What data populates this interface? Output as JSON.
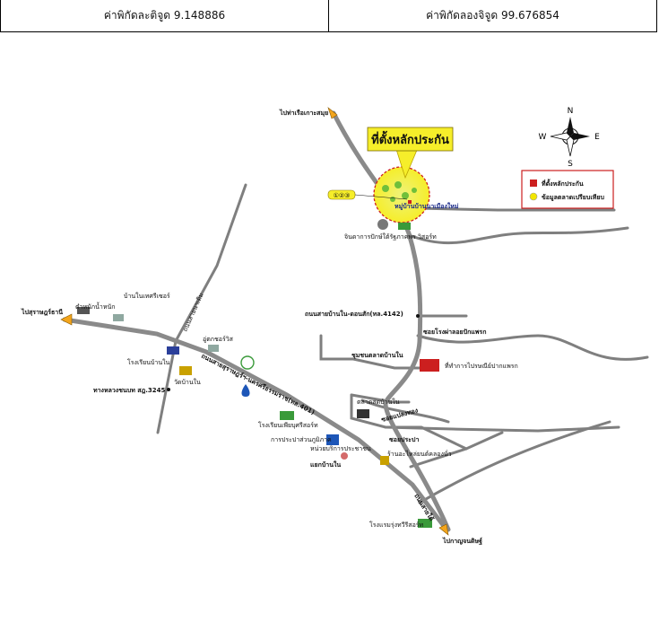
{
  "header": {
    "latitude_text": "ค่าพิกัดละติจูด 9.148886",
    "longitude_text": "ค่าพิกัดลองจิจูด 99.676854"
  },
  "map": {
    "callout_title": "ที่ตั้งหลักประกัน",
    "legend": {
      "items": [
        {
          "label": "ที่ตั้งหลักประกัน",
          "color": "#cc1f1f"
        },
        {
          "label": "ข้อมูลตลาดเปรียบเทียบ",
          "color": "#f2e600"
        }
      ]
    },
    "compass": {
      "n": "N",
      "s": "S",
      "e": "E",
      "w": "W"
    },
    "markers": [
      "①②③"
    ],
    "labels": {
      "to_tha_rian_kanom": "ไปท่าเรือเกาะสมุย",
      "village_muang_mai": "หมู่บ้านบ้านนาเมืองใหม่",
      "chinda_pkp": "จินดาการปักษ์ใต้รัฐภาคพร วิสอร์ท",
      "to_surat": "ไปสุราษฎร์ธานี",
      "tamnak": "ตำหนักน้ำหนัก",
      "ban_nai_resort": "บ้านในเทศรีเซอร์",
      "road_nai": "ถนนสายนาเดิม",
      "uu_kao": "อู่ตกชอร์วิส",
      "school": "โรงเรียนบ้านใน",
      "wat": "วัดบ้านใน",
      "highway_3245": "ทางหลวงชนบท สฎ.3245",
      "road_main": "ถนนสายสุราษฎร์ฯ-นครศรีธรรมราช(ทล.401)",
      "road_4142": "ถนนสายบ้านใน-ดอนสัก(ทล.4142)",
      "soi_pha": "ซอยโรงผ่าลอยปักแพรก",
      "chumchon": "ชุมชนตลาดบ้านใน",
      "post_office": "ที่ทำการไปรษณีย์ปากแพรก",
      "school_pathum": "โรงเรียนเพียบุศรีสอร์ท",
      "pea": "การประปาส่วนภูมิภาค",
      "service_unit": "หน่วยบริการประชาชน",
      "market_ban_nai": "ตลาดสดบ้านใน",
      "soi_plaeng": "ซอยแปลงทอง",
      "soi_prapa": "ซอยประปา",
      "ban_nai_bridge": "แยกบ้านใน",
      "shop": "ร้านอะไหล่ยนต์คลองนั่ว",
      "to_kanchanadit": "ไปกาญจนดิษฐ์",
      "hotel_south": "โรงแรมรุ่งทวีรีสอร์ท",
      "road_south": "ถนนสายใต้"
    }
  }
}
